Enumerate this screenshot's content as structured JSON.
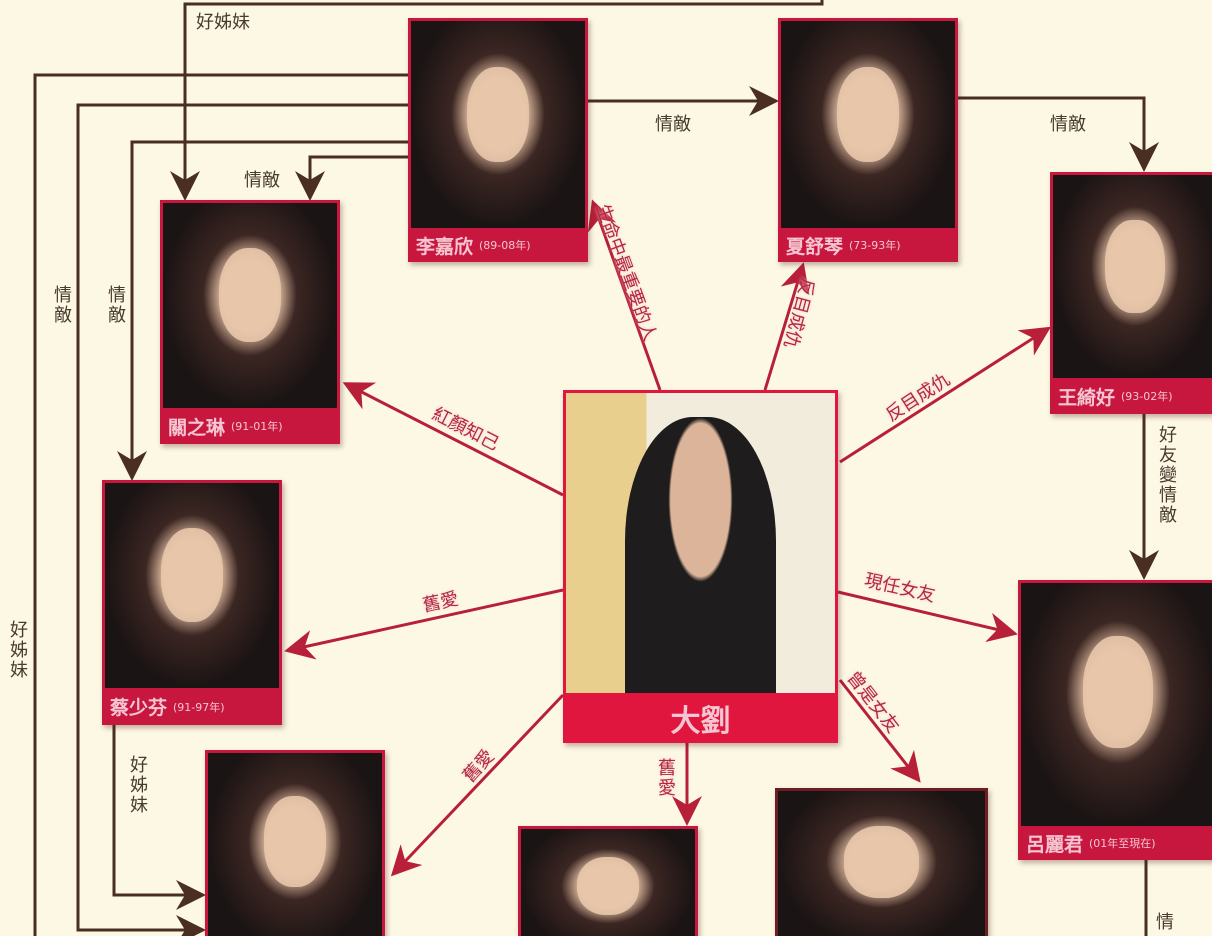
{
  "center": {
    "name": "大劉"
  },
  "people": [
    {
      "name": "李嘉欣",
      "years": "(89-08年)"
    },
    {
      "name": "夏舒琴",
      "years": "(73-93年)"
    },
    {
      "name": "關之琳",
      "years": "(91-01年)"
    },
    {
      "name": "王綺好",
      "years": "(93-02年)"
    },
    {
      "name": "蔡少芬",
      "years": "(91-97年)"
    },
    {
      "name": "呂麗君",
      "years": "(01年至現在)"
    }
  ],
  "relations": {
    "good_sisters_top": "好姊妹",
    "rivals_guan": "情敵",
    "rivals_xia": "情敵",
    "rivals_wang": "情敵",
    "rivals_left1": "情敵",
    "rivals_left2": "情敵",
    "good_sisters_left": "好姊妹",
    "good_sisters_cai": "好姊妹",
    "most_important": "生命中最重要的人",
    "fallout_xia": "反目成仇",
    "fallout_wang": "反目成仇",
    "confidante": "紅顏知己",
    "old_love_cai": "舊愛",
    "old_love_bl": "舊愛",
    "old_love_bm": "舊愛",
    "current_gf": "現任女友",
    "former_gf": "曾是女友",
    "friend_to_rival": "好友變情敵",
    "rivals_bottom_right": "情"
  },
  "colors": {
    "red": "#c8173f",
    "line": "#4a2e22",
    "arrow": "#b81f38",
    "bg": "#fcf8e4"
  }
}
